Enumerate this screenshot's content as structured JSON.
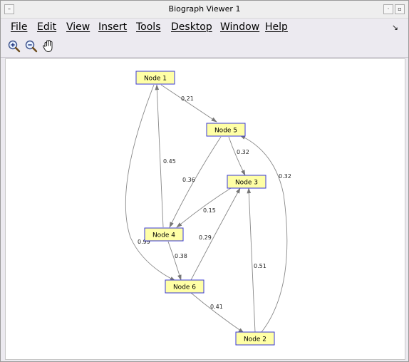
{
  "window": {
    "title": "Biograph Viewer 1"
  },
  "menu": {
    "items": [
      {
        "id": "file",
        "label": "File"
      },
      {
        "id": "edit",
        "label": "Edit"
      },
      {
        "id": "view",
        "label": "View"
      },
      {
        "id": "insert",
        "label": "Insert"
      },
      {
        "id": "tools",
        "label": "Tools"
      },
      {
        "id": "desktop",
        "label": "Desktop"
      },
      {
        "id": "window",
        "label": "Window"
      },
      {
        "id": "help",
        "label": "Help"
      }
    ]
  },
  "toolbar": {
    "buttons": [
      {
        "id": "zoom-in",
        "icon": "zoom-in-icon"
      },
      {
        "id": "zoom-out",
        "icon": "zoom-out-icon"
      },
      {
        "id": "pan",
        "icon": "pan-hand-icon"
      }
    ]
  },
  "graph": {
    "nodes": [
      {
        "id": "n1",
        "label": "Node 1"
      },
      {
        "id": "n5",
        "label": "Node 5"
      },
      {
        "id": "n3",
        "label": "Node 3"
      },
      {
        "id": "n4",
        "label": "Node 4"
      },
      {
        "id": "n6",
        "label": "Node 6"
      },
      {
        "id": "n2",
        "label": "Node 2"
      }
    ],
    "edges": [
      {
        "id": "e1-5",
        "from": "Node 1",
        "to": "Node 5",
        "weight": "0.21"
      },
      {
        "id": "e5-3",
        "from": "Node 5",
        "to": "Node 3",
        "weight": "0.32"
      },
      {
        "id": "e5-4",
        "from": "Node 5",
        "to": "Node 4",
        "weight": "0.36"
      },
      {
        "id": "e4-1",
        "from": "Node 4",
        "to": "Node 1",
        "weight": "0.45"
      },
      {
        "id": "e3-4",
        "from": "Node 3",
        "to": "Node 4",
        "weight": "0.15"
      },
      {
        "id": "e1-6",
        "from": "Node 1",
        "to": "Node 6",
        "weight": "0.99"
      },
      {
        "id": "e6-3",
        "from": "Node 6",
        "to": "Node 3",
        "weight": "0.29"
      },
      {
        "id": "e4-6",
        "from": "Node 4",
        "to": "Node 6",
        "weight": "0.38"
      },
      {
        "id": "e2-3",
        "from": "Node 2",
        "to": "Node 3",
        "weight": "0.51"
      },
      {
        "id": "e6-2",
        "from": "Node 6",
        "to": "Node 2",
        "weight": "0.41"
      },
      {
        "id": "e2-5",
        "from": "Node 2",
        "to": "Node 5",
        "weight": "0.32"
      }
    ]
  },
  "colors": {
    "node_fill": "#ffffa6",
    "node_border": "#3a3ad6",
    "edge": "#888888"
  }
}
